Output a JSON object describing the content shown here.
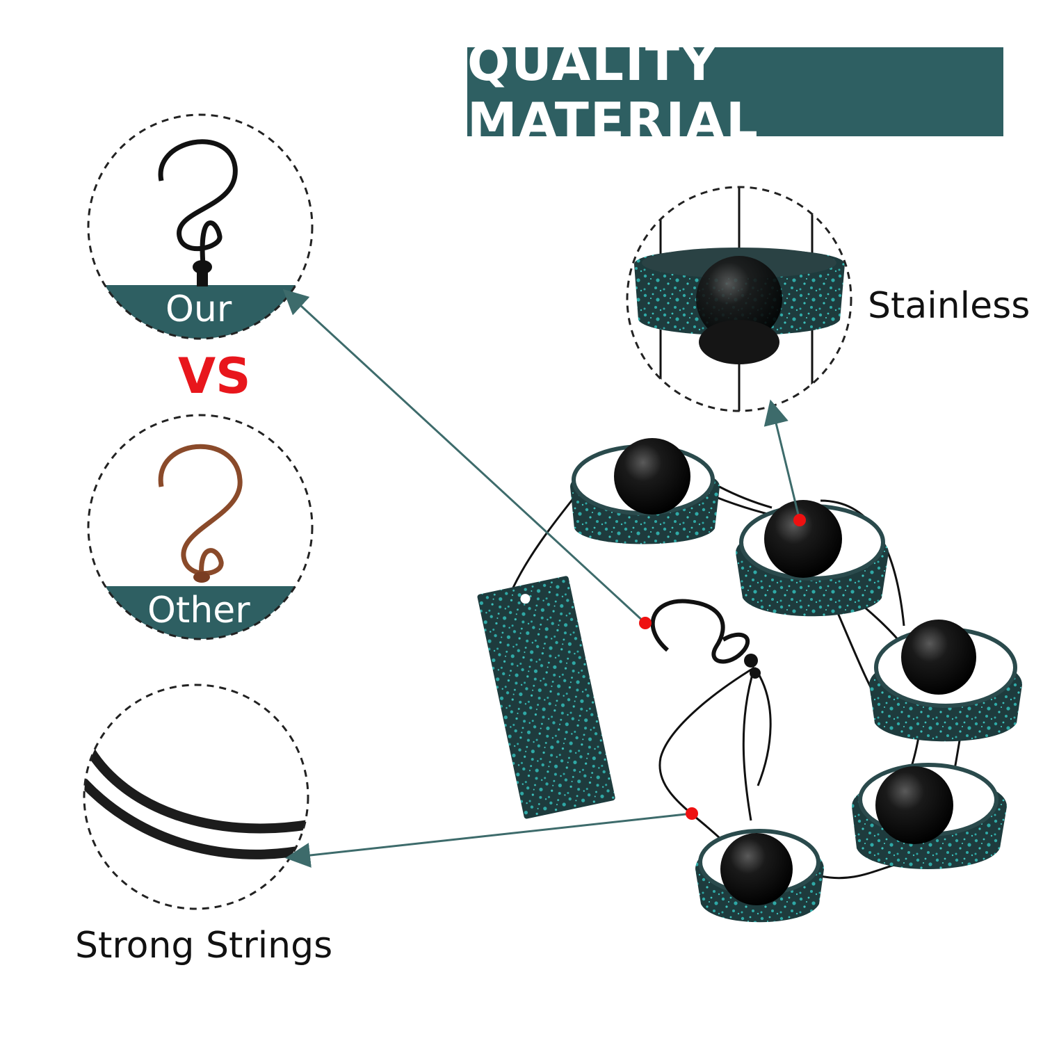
{
  "banner": {
    "title": "QUALITY MATERIAL"
  },
  "callouts": {
    "our": "Our",
    "vs": "VS",
    "other": "Other",
    "stainless": "Stainless",
    "strong_strings": "Strong Strings"
  },
  "colors": {
    "teal": "#2e5f62",
    "speckle": "#2fa9a6",
    "vs_red": "#e8161c",
    "marker_red": "#ee1111",
    "rust": "#8a4a2a"
  }
}
